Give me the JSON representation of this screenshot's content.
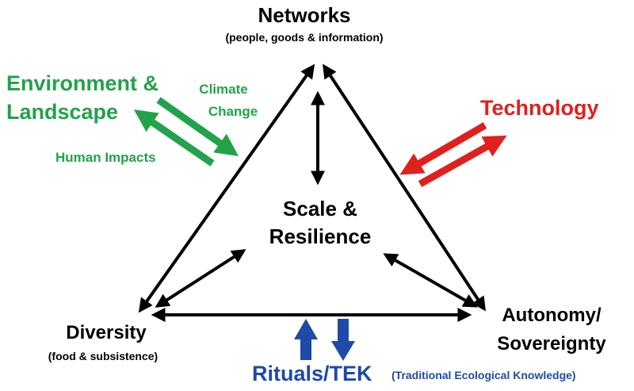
{
  "nodes": {
    "networks": {
      "title": "Networks",
      "subtitle": "(people, goods & information)"
    },
    "diversity": {
      "title": "Diversity",
      "subtitle": "(food & subsistence)"
    },
    "autonomy": {
      "line1": "Autonomy/",
      "line2": "Sovereignty"
    },
    "center": {
      "line1": "Scale &",
      "line2": "Resilience"
    }
  },
  "external": {
    "environment": {
      "line1": "Environment &",
      "line2": "Landscape"
    },
    "climate": {
      "line1": "Climate",
      "line2": "Change"
    },
    "human_impacts": "Human Impacts",
    "technology": "Technology",
    "rituals": {
      "main": "Rituals/TEK",
      "detail": "(Traditional Ecological Knowledge)"
    }
  },
  "colors": {
    "black": "#000000",
    "green": "#22a34a",
    "red": "#e0201d",
    "blue": "#1e4aa8"
  }
}
